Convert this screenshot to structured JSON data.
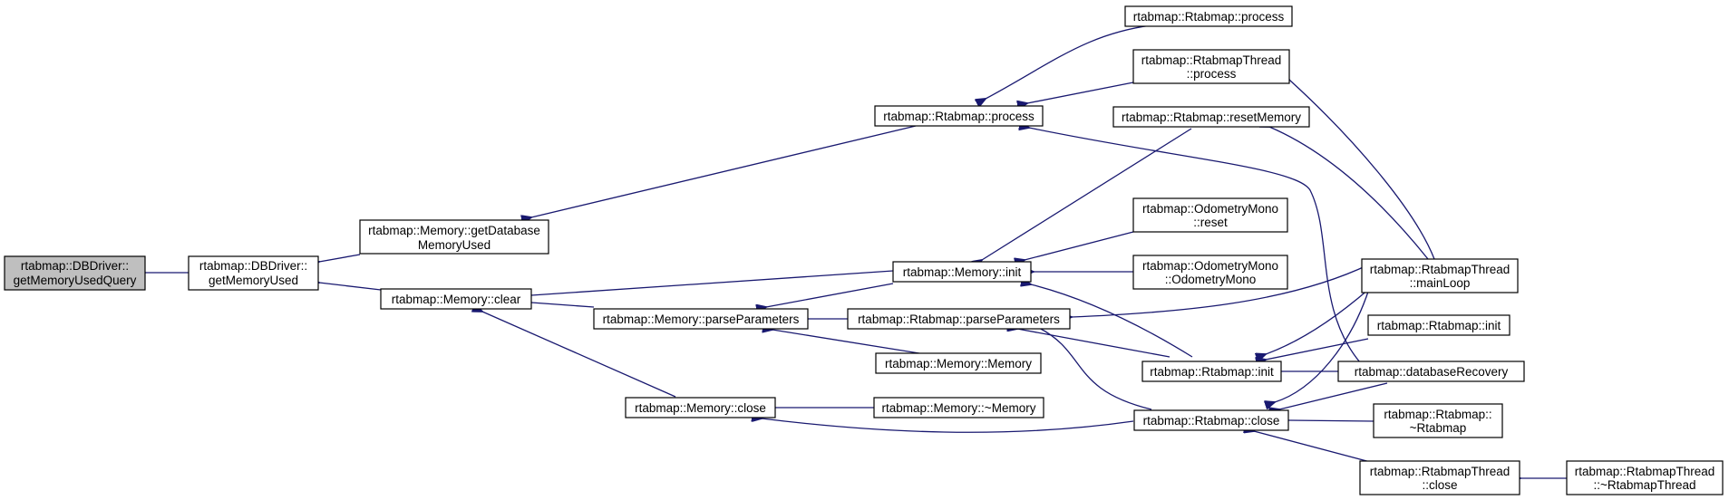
{
  "edge_color": "#191970",
  "root_fill": "#bfbfbf",
  "node_fill": "#ffffff",
  "nodes": {
    "dbdriver_getMemoryUsedQuery": [
      "rtabmap::DBDriver::",
      "getMemoryUsedQuery"
    ],
    "dbdriver_getMemoryUsed": [
      "rtabmap::DBDriver::",
      "getMemoryUsed"
    ],
    "memory_getDatabaseMemoryUsed": [
      "rtabmap::Memory::getDatabase",
      "MemoryUsed"
    ],
    "memory_clear": [
      "rtabmap::Memory::clear"
    ],
    "rtabmap_process_mid": [
      "rtabmap::Rtabmap::process"
    ],
    "memory_parseParameters": [
      "rtabmap::Memory::parseParameters"
    ],
    "memory_close": [
      "rtabmap::Memory::close"
    ],
    "rtabmap_process_top": [
      "rtabmap::Rtabmap::process"
    ],
    "rtabmapthread_process": [
      "rtabmap::RtabmapThread",
      "::process"
    ],
    "rtabmap_resetMemory": [
      "rtabmap::Rtabmap::resetMemory"
    ],
    "memory_init": [
      "rtabmap::Memory::init"
    ],
    "odometrymono_reset": [
      "rtabmap::OdometryMono",
      "::reset"
    ],
    "odometrymono_ctor": [
      "rtabmap::OdometryMono",
      "::OdometryMono"
    ],
    "rtabmap_parseParameters": [
      "rtabmap::Rtabmap::parseParameters"
    ],
    "memory_ctor": [
      "rtabmap::Memory::Memory"
    ],
    "memory_dtor": [
      "rtabmap::Memory::~Memory"
    ],
    "rtabmap_init_mid": [
      "rtabmap::Rtabmap::init"
    ],
    "rtabmap_close": [
      "rtabmap::Rtabmap::close"
    ],
    "rtabmapthread_mainLoop": [
      "rtabmap::RtabmapThread",
      "::mainLoop"
    ],
    "rtabmap_init_right": [
      "rtabmap::Rtabmap::init"
    ],
    "databaseRecovery": [
      "rtabmap::databaseRecovery"
    ],
    "rtabmap_dtor": [
      "rtabmap::Rtabmap::",
      "~Rtabmap"
    ],
    "rtabmapthread_close": [
      "rtabmap::RtabmapThread",
      "::close"
    ],
    "rtabmapthread_dtor": [
      "rtabmap::RtabmapThread",
      "::~RtabmapThread"
    ]
  }
}
